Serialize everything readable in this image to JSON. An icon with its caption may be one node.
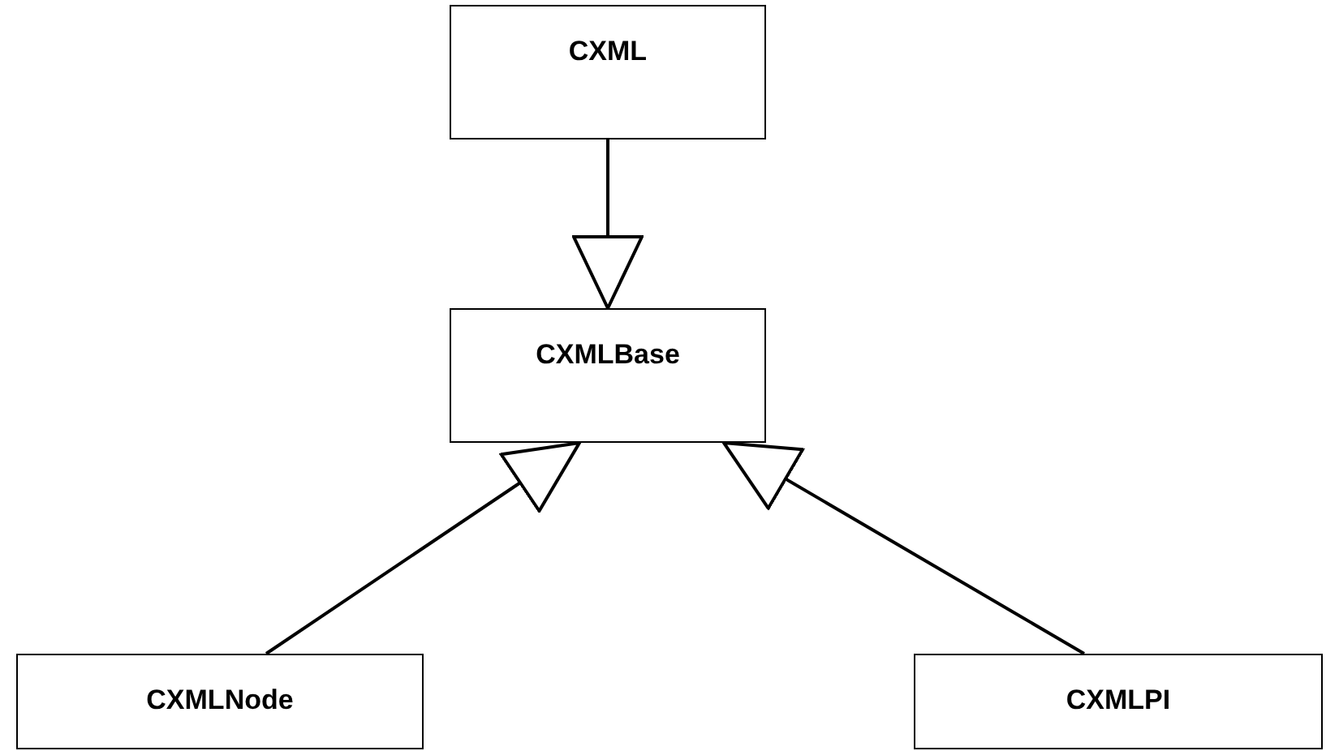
{
  "diagram": {
    "nodes": [
      {
        "text": [
          "CXML"
        ]
      },
      {
        "text": [
          "CXMLBase"
        ]
      },
      {
        "text": [
          "CXMLNode"
        ]
      },
      {
        "text": [
          "CXMLPI"
        ]
      }
    ],
    "edges": [
      {
        "from": 0,
        "to": 1,
        "arrow": "to"
      },
      {
        "from": 2,
        "to": 1,
        "arrow": "to"
      },
      {
        "from": 3,
        "to": 1,
        "arrow": "to"
      }
    ]
  }
}
